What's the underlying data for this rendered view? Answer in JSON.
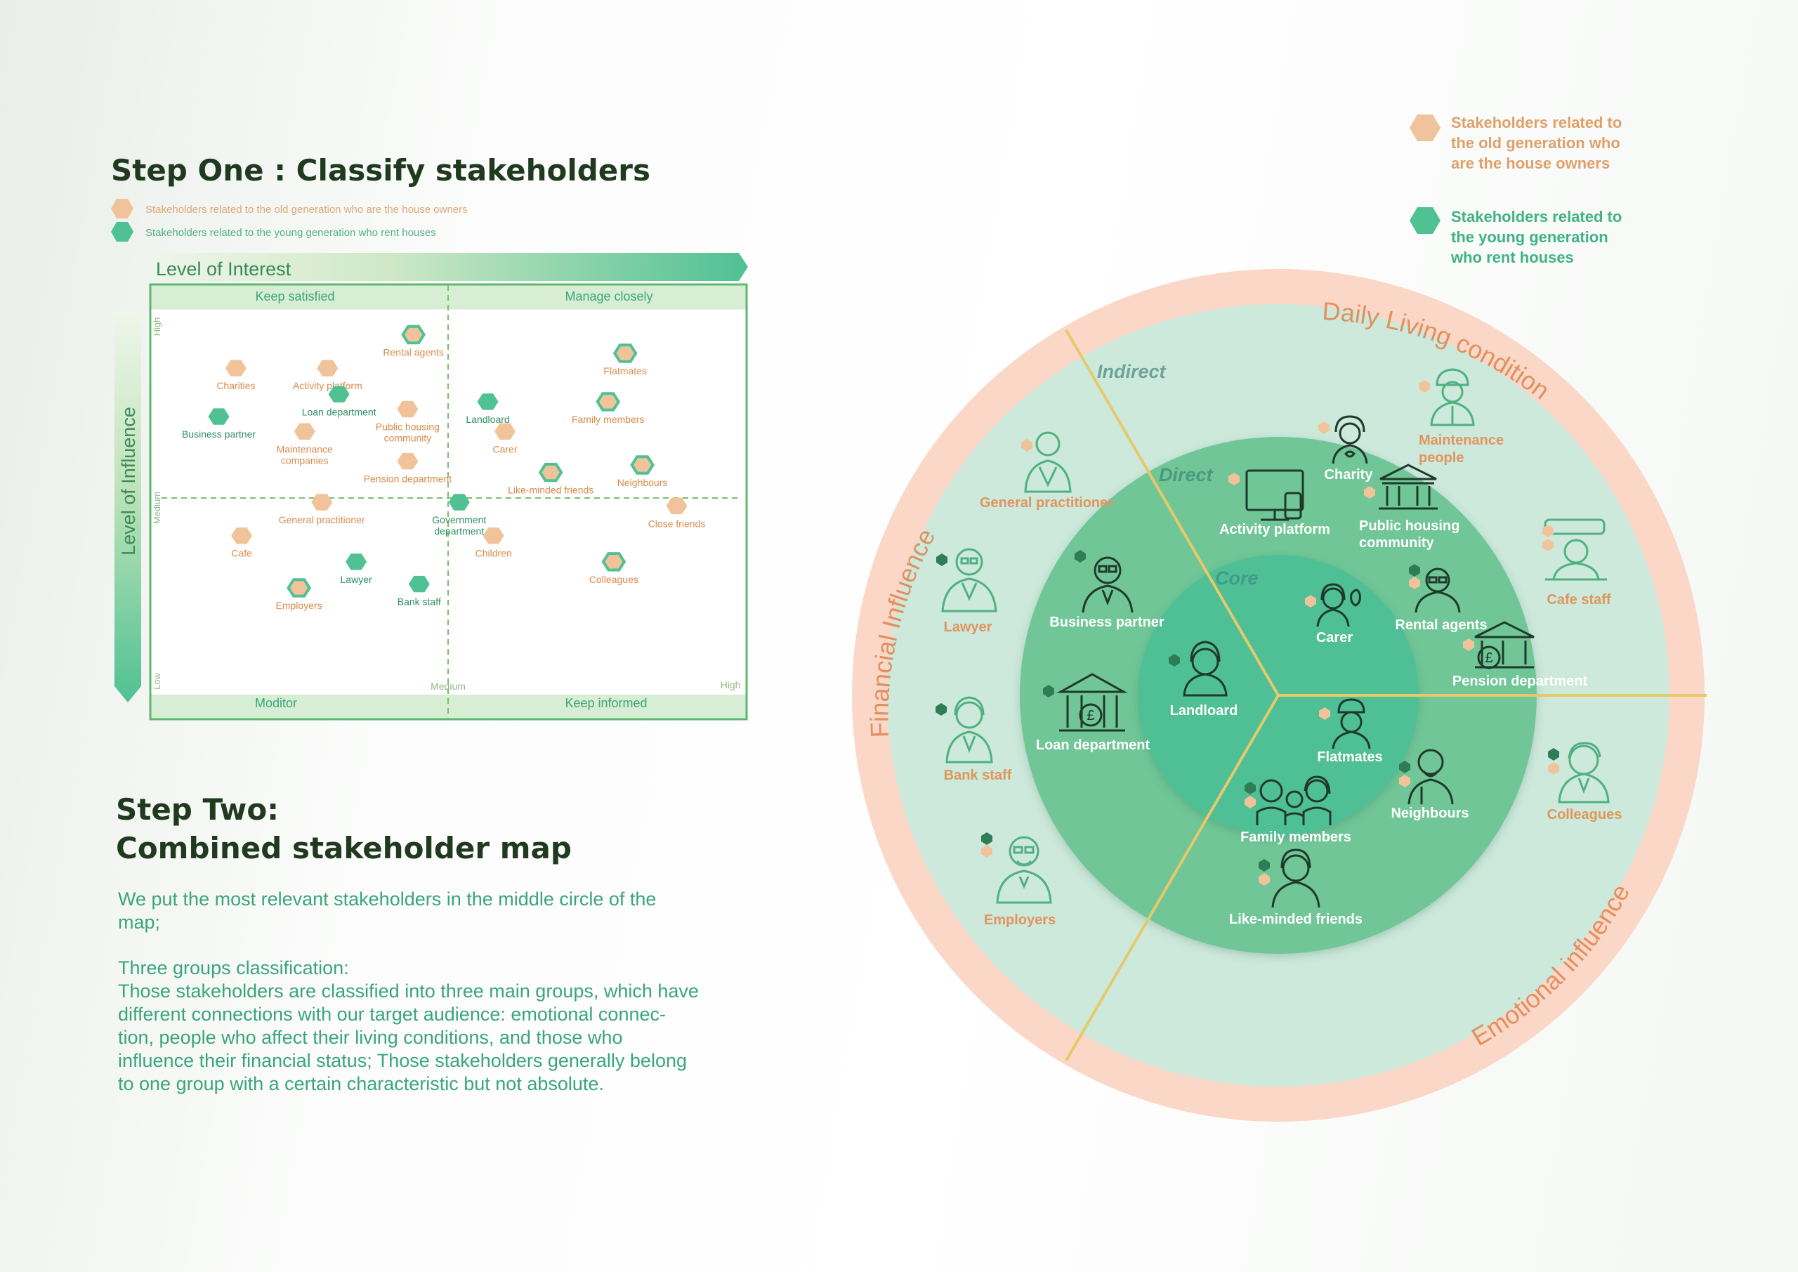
{
  "colors": {
    "old_generation": "#f1c39a",
    "young_generation": "#4fc193",
    "title": "#1f3a1f",
    "orange_text": "#d98a4a",
    "green_text": "#3aa57d"
  },
  "step_one": {
    "title": "Step One : Classify stakeholders",
    "legend_old": "Stakeholders related to the old generation who are the house owners",
    "legend_young": "Stakeholders related to the young generation who rent houses"
  },
  "matrix": {
    "x_axis_label": "Level of Interest",
    "y_axis_label": "Level of Influence",
    "quadrant_top_left": "Keep satisfied",
    "quadrant_top_right": "Manage closely",
    "quadrant_bottom_left": "Moditor",
    "quadrant_bottom_right": "Keep informed",
    "tick_y_high": "High",
    "tick_y_medium": "Medium",
    "tick_y_low": "Low",
    "tick_x_medium": "Medium",
    "tick_x_high": "High"
  },
  "chart_data": {
    "type": "scatter",
    "x_label": "Level of Interest",
    "y_label": "Level of Influence",
    "xlim": [
      0,
      100
    ],
    "ylim": [
      0,
      100
    ],
    "points": [
      {
        "label": "Rental agents",
        "group": "old",
        "x": 44,
        "y": 95
      },
      {
        "label": "Charities",
        "group": "old",
        "x": 13,
        "y": 86
      },
      {
        "label": "Activity platform",
        "group": "old",
        "x": 29,
        "y": 86
      },
      {
        "label": "Flatmates",
        "group": "old",
        "x": 81,
        "y": 90
      },
      {
        "label": "Loan department",
        "group": "young",
        "x": 31,
        "y": 79
      },
      {
        "label": "Landloard",
        "group": "young",
        "x": 57,
        "y": 77
      },
      {
        "label": "Family members",
        "group": "old",
        "x": 78,
        "y": 77
      },
      {
        "label": "Business partner",
        "group": "young",
        "x": 10,
        "y": 73
      },
      {
        "label": "Public housing community",
        "group": "old",
        "x": 43,
        "y": 75
      },
      {
        "label": "Maintenance companies",
        "group": "old",
        "x": 25,
        "y": 69
      },
      {
        "label": "Carer",
        "group": "old",
        "x": 60,
        "y": 69
      },
      {
        "label": "Pension department",
        "group": "old",
        "x": 43,
        "y": 61
      },
      {
        "label": "Like-minded friends",
        "group": "old",
        "x": 68,
        "y": 58
      },
      {
        "label": "Neighbours",
        "group": "old",
        "x": 84,
        "y": 60
      },
      {
        "label": "General practitioner",
        "group": "old",
        "x": 28,
        "y": 50
      },
      {
        "label": "Government department",
        "group": "young",
        "x": 52,
        "y": 50
      },
      {
        "label": "Close friends",
        "group": "old",
        "x": 90,
        "y": 49
      },
      {
        "label": "Cafe",
        "group": "old",
        "x": 14,
        "y": 41
      },
      {
        "label": "Children",
        "group": "old",
        "x": 58,
        "y": 41
      },
      {
        "label": "Lawyer",
        "group": "young",
        "x": 34,
        "y": 34
      },
      {
        "label": "Colleagues",
        "group": "old",
        "x": 79,
        "y": 34
      },
      {
        "label": "Employers",
        "group": "old",
        "x": 24,
        "y": 27
      },
      {
        "label": "Bank staff",
        "group": "young",
        "x": 45,
        "y": 28
      }
    ]
  },
  "step_two": {
    "title_line1": "Step Two:",
    "title_line2": "Combined stakeholder map",
    "para1_line1": "We put the most relevant stakeholders in the middle circle of the",
    "para1_line2": "map;",
    "para2_line1": "Three groups classification:",
    "para2_line2": "Those stakeholders are classified into three main groups, which have",
    "para2_line3": "different connections with our target audience: emotional connec-",
    "para2_line4": "tion, people who affect their living conditions, and those who",
    "para2_line5": "influence their financial status; Those stakeholders generally belong",
    "para2_line6": "to one group with a certain characteristic but not absolute."
  },
  "map_legend": {
    "old_line1": "Stakeholders related to",
    "old_line2": "the old generation who",
    "old_line3": "are the house owners",
    "young_line1": "Stakeholders related to",
    "young_line2": "the young generation",
    "young_line3": "who rent houses"
  },
  "stakeholder_map": {
    "ring_daily": "Daily Living condition",
    "ring_financial": "Financial Influence",
    "ring_emotional": "Emotional influence",
    "layer_indirect": "Indirect",
    "layer_direct": "Direct",
    "layer_core": "Core",
    "indirect": {
      "general_practitioner": "General practitioner",
      "lawyer": "Lawyer",
      "bank_staff": "Bank staff",
      "employers": "Employers",
      "maintenance_l1": "Maintenance",
      "maintenance_l2": "people",
      "cafe_staff": "Cafe staff",
      "colleagues": "Colleagues"
    },
    "direct": {
      "activity_platform": "Activity platform",
      "charity": "Charity",
      "public_housing_l1": "Public housing",
      "public_housing_l2": "community",
      "business_partner": "Business partner",
      "rental_agents": "Rental agents",
      "pension_department": "Pension department",
      "loan_department": "Loan department",
      "neighbours": "Neighbours",
      "family_members": "Family members",
      "like_minded_friends": "Like-minded friends"
    },
    "core": {
      "carer": "Carer",
      "landloard": "Landloard",
      "flatmates": "Flatmates"
    }
  }
}
